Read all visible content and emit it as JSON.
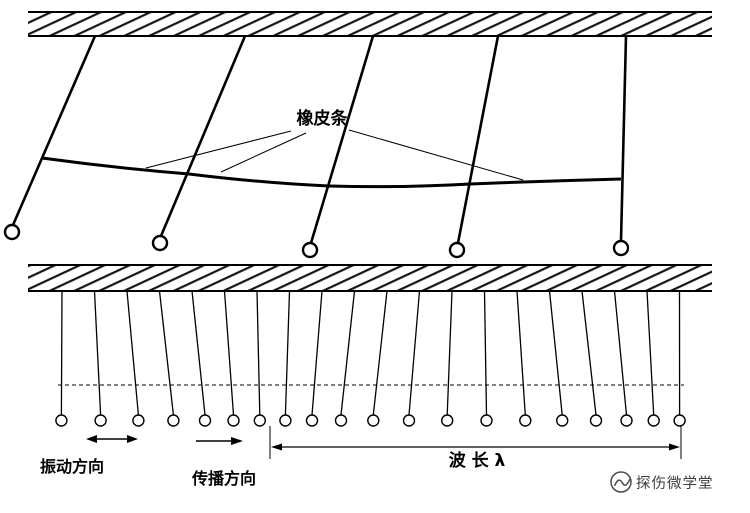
{
  "canvas": {
    "background": "#ffffff",
    "ink": "#000000"
  },
  "labels": {
    "rubber_band": "橡皮条",
    "vibration_direction": "振动方向",
    "propagation_direction": "传播方向",
    "wavelength": "波 长 λ",
    "watermark": "探伤微学堂"
  },
  "figure": {
    "upper_panel": {
      "pendulum_count": 5
    },
    "lower_panel": {
      "pendulum_count": 20,
      "wavelength_symbol": "λ"
    }
  }
}
